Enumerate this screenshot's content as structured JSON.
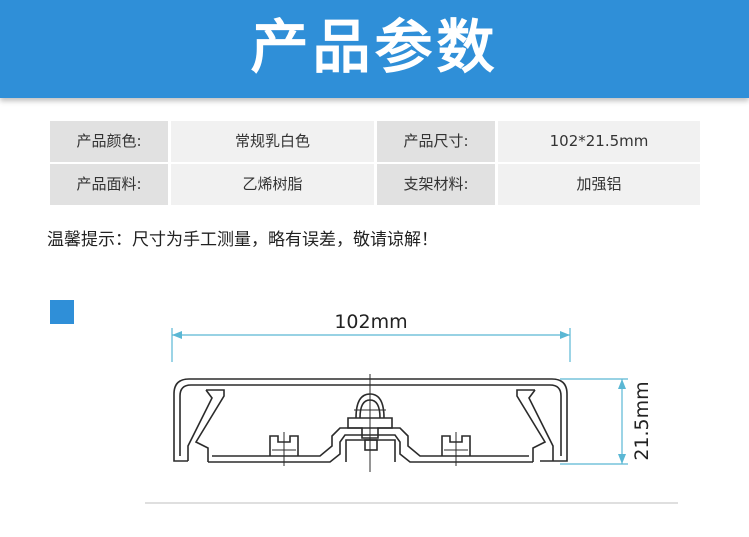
{
  "header": {
    "title": "产品参数"
  },
  "params": {
    "row1": {
      "label1": "产品颜色:",
      "value1": "常规乳白色",
      "label2": "产品尺寸:",
      "value2": "102*21.5mm"
    },
    "row2": {
      "label1": "产品面料:",
      "value1": "乙烯树脂",
      "label2": "支架材料:",
      "value2": "加强铝"
    }
  },
  "tip": "温馨提示：尺寸为手工测量，略有误差，敬请谅解！",
  "drawing": {
    "width_label": "102mm",
    "height_label": "21.5mm"
  },
  "colors": {
    "accent": "#2f8fd8",
    "dimension_line": "#5ab7d4"
  }
}
